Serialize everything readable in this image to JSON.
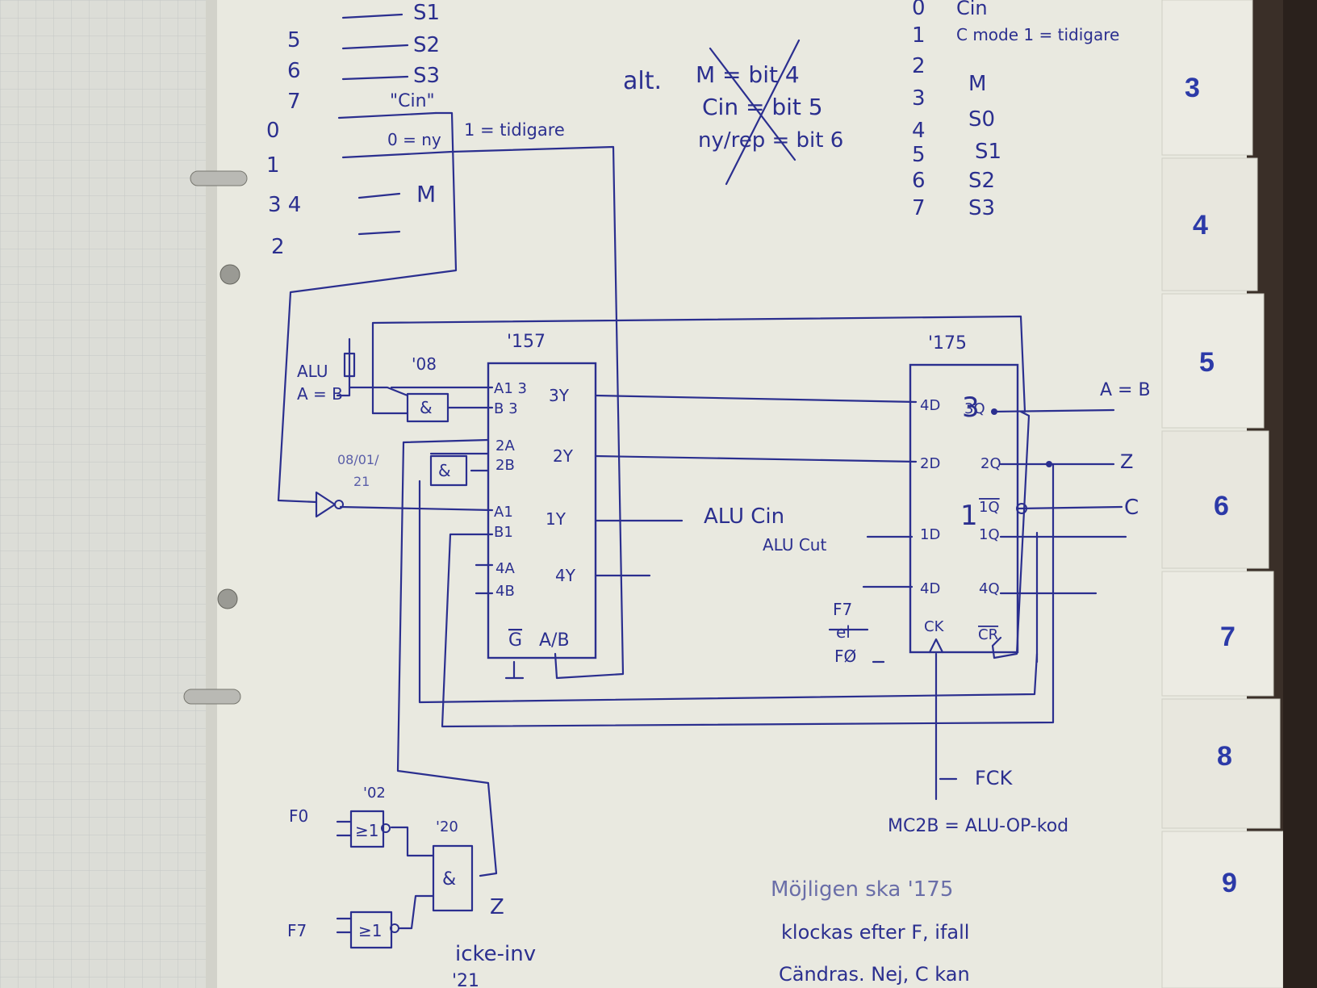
{
  "colors": {
    "ink": "#2b2f8f",
    "paper": "#e9e9e0",
    "left_page": "#dcddd7",
    "tab": "#ecebe3",
    "tab_number": "#2c3aa8",
    "background": "#3a2f28"
  },
  "top_left_list": [
    {
      "num": "5",
      "label": "S1"
    },
    {
      "num": "6",
      "label": "S2"
    },
    {
      "num": "7",
      "label": "S3"
    },
    {
      "num": "\"Cin\"",
      "label": ""
    },
    {
      "num": "0",
      "label": "0 = ny"
    },
    {
      "num": "1",
      "label": ""
    },
    {
      "num": "3 4",
      "label": "M"
    },
    {
      "num": "2",
      "label": ""
    }
  ],
  "top_notes": {
    "tidigare": "1 = tidigare",
    "alt_title": "alt.",
    "alt_lines": [
      "M = bit 4",
      "Cin = bit 5",
      "ny/rep = bit 6"
    ]
  },
  "top_right_list": [
    {
      "num": "0",
      "label": "Cin"
    },
    {
      "num": "1",
      "label": "C mode 1 = tidigare"
    },
    {
      "num": "2",
      "label": ""
    },
    {
      "num": "3",
      "label": "M"
    },
    {
      "num": "4",
      "label": "S0"
    },
    {
      "num": "5",
      "label": "S1"
    },
    {
      "num": "6",
      "label": "S2"
    },
    {
      "num": "7",
      "label": "S3"
    }
  ],
  "chip_157": {
    "name": "'157",
    "left_pins": [
      "A1 3",
      "B 3",
      "2A",
      "2B",
      "A1",
      "B1",
      "4A",
      "4B"
    ],
    "right_pins": [
      "3Y",
      "2Y",
      "1Y",
      "4Y"
    ],
    "bottom_pins": [
      "G",
      "A/B"
    ]
  },
  "chip_175": {
    "name": "'175",
    "left_pins": [
      "4D",
      "2D",
      "1D",
      "4D"
    ],
    "right_pins": [
      "3Q",
      "2Q",
      "1Q",
      "1Q",
      "4Q"
    ],
    "bottom_pins": [
      "CK",
      "CR"
    ],
    "big_labels": [
      "3",
      "1"
    ]
  },
  "labels": {
    "alu_ab": [
      "ALU",
      "A = B"
    ],
    "gate_08": "'08",
    "gate_08_label": "&",
    "gate_0801": [
      "08/01/",
      "21"
    ],
    "out_ab": "A = B",
    "out_z": "Z",
    "out_c": "C",
    "alu_cin": "ALU Cin",
    "alu_cut": "ALU Cut",
    "f7": [
      "F7",
      "el",
      "FØ"
    ],
    "fck": "FCK",
    "mc2b": "MC2B = ALU-OP-kod",
    "gate_02": "'02",
    "gate_20": "'20",
    "f0": "F0",
    "f7_bottom": "F7",
    "or_label": "≥1",
    "and_label": "&",
    "z_bottom": "Z",
    "icke_inv": "icke-inv",
    "gate_21": "'21",
    "note_lines": [
      "Möjligen ska '175",
      "klockas efter F, ifall",
      "Cändras. Nej, C kan"
    ]
  },
  "tabs": [
    "3",
    "4",
    "5",
    "6",
    "7",
    "8",
    "9"
  ]
}
